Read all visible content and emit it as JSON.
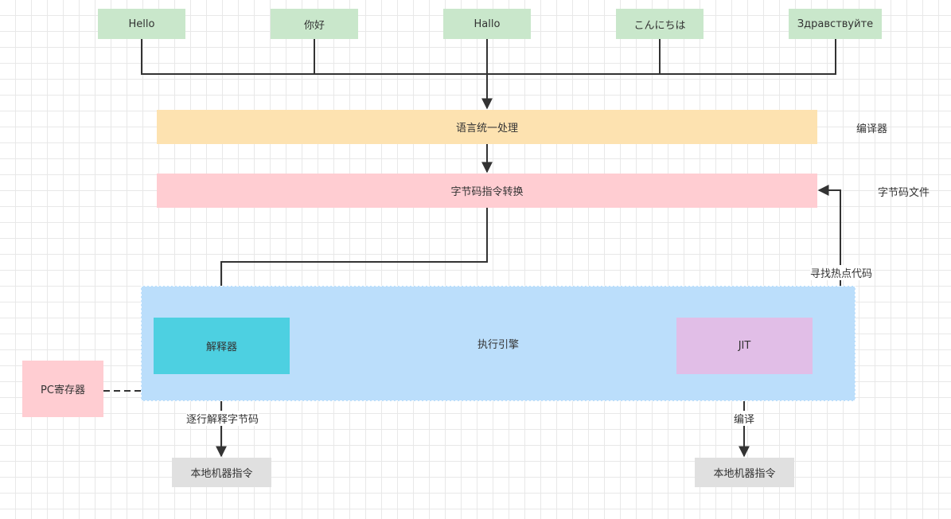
{
  "colors": {
    "language_box": "#c9e7cb",
    "compiler_box": "#fde2b0",
    "bytecode_box": "#ffcdd2",
    "engine_container": "#bbdefb",
    "interpreter_box": "#4dd0e1",
    "jit_box": "#e1bee7",
    "pc_register_box": "#ffcdd2",
    "native_box": "#e0e0e0",
    "edge": "#333333"
  },
  "languages": [
    "Hello",
    "你好",
    "Hallo",
    "こんにちは",
    "Здравствуйте"
  ],
  "compile_step": {
    "label": "语言统一处理",
    "side_label": "编译器"
  },
  "bytecode_step": {
    "label": "字节码指令转换",
    "side_label": "字节码文件"
  },
  "engine": {
    "label": "执行引擎",
    "interpreter_label": "解释器",
    "jit_label": "JIT",
    "hotspot_label": "寻找热点代码"
  },
  "pc_register": {
    "label": "PC寄存器"
  },
  "interpret_edge_label": "逐行解释字节码",
  "compile_edge_label": "编译",
  "native_left": {
    "label": "本地机器指令"
  },
  "native_right": {
    "label": "本地机器指令"
  }
}
